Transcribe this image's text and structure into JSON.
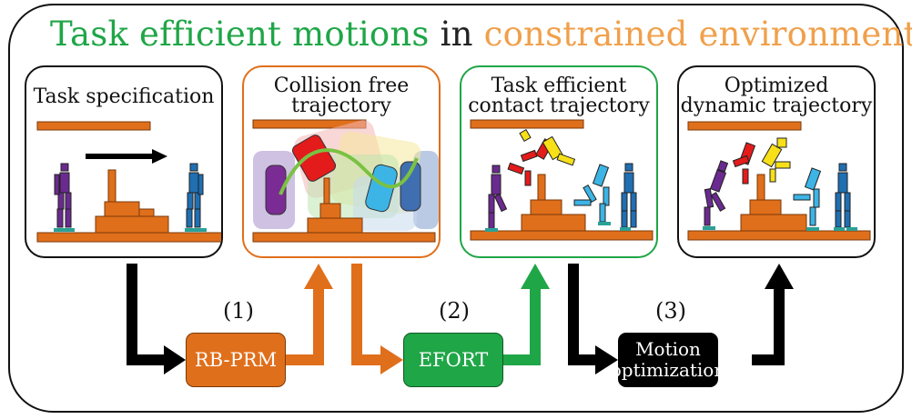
{
  "title": {
    "part1": "Task efficient motions",
    "part2": "in",
    "part3": "constrained environments"
  },
  "colors": {
    "green": "#1fa647",
    "orange": "#e06f1b",
    "title_orange": "#f0a04b",
    "black": "#000000"
  },
  "panels": [
    {
      "line1": "Task specification",
      "line2": ""
    },
    {
      "line1": "Collision free",
      "line2": "trajectory"
    },
    {
      "line1": "Task efficient",
      "line2": "contact trajectory"
    },
    {
      "line1": "Optimized",
      "line2": "dynamic trajectory"
    }
  ],
  "steps": [
    {
      "number": "(1)",
      "label": "RB-PRM",
      "label2": ""
    },
    {
      "number": "(2)",
      "label": "EFORT",
      "label2": ""
    },
    {
      "number": "(3)",
      "label": "Motion",
      "label2": "optimization"
    }
  ]
}
